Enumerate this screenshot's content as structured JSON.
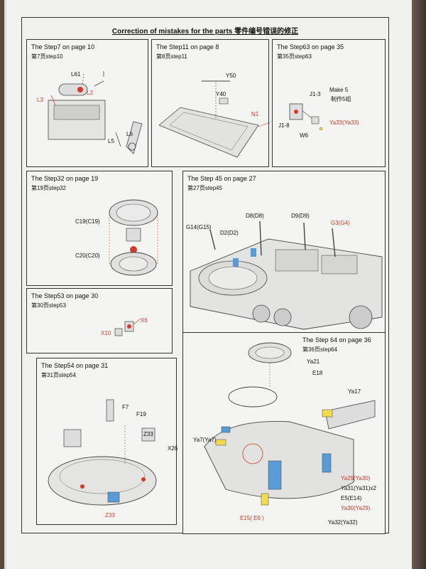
{
  "page_title": "Correction of mistakes for the parts 零件编号错误的修正",
  "panels": {
    "step7": {
      "title": "The Step7 on page 10",
      "title_cn": "第7页step10",
      "labels": [
        "L61",
        "L2",
        "L3",
        "L6",
        "L5"
      ]
    },
    "step11": {
      "title": "The Step11 on page 8",
      "title_cn": "第8页step11",
      "labels": [
        "Y50",
        "Y40",
        "N1"
      ]
    },
    "step63": {
      "title": "The Step63 on page 35",
      "title_cn": "第35页step63",
      "labels": [
        "J1-3",
        "Make 5",
        "制作5组",
        "J1-8",
        "W6",
        "Ya33(Ya33)"
      ]
    },
    "step32": {
      "title": "The Step32 on page 19",
      "title_cn": "第19页step32",
      "labels": [
        "C19(C19)",
        "C20(C20)"
      ]
    },
    "step45": {
      "title": "The Step 45 on page 27",
      "title_cn": "第27页step45",
      "labels": [
        "D8(D8)",
        "D9(D9)",
        "G14(G15)",
        "D2(D2)",
        "G3(G4)"
      ]
    },
    "step53": {
      "title": "The Step53 on page 30",
      "title_cn": "第30页step53",
      "labels": [
        "X6",
        "X10"
      ]
    },
    "step54": {
      "title": "The Step54 on page 31",
      "title_cn": "第31页step54",
      "labels": [
        "F7",
        "F19",
        "Z33",
        "X26",
        "Z33"
      ]
    },
    "step64": {
      "title": "The Step 64 on page 36",
      "title_cn": "第36页step64",
      "labels": [
        "Ya21",
        "E18",
        "Ya17",
        "Ya7(Ya7)",
        "Ya29(Ya30)",
        "Ya31(Ya31)x2",
        "E5(E14)",
        "Ya30(Ya29)",
        "E15( E6 )",
        "Ya32(Ya32)"
      ]
    }
  },
  "colors": {
    "correction_red": "#d43a2a",
    "part_blue": "#5b9bd5",
    "part_yellow": "#f2d94e"
  }
}
